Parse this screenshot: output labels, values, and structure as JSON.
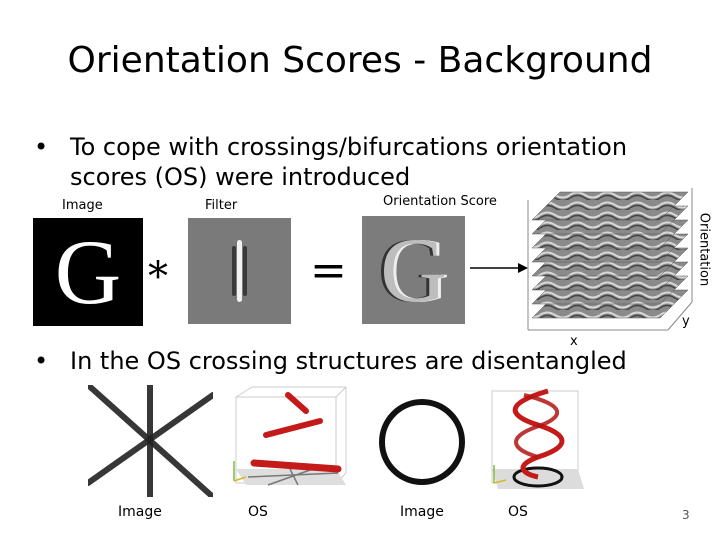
{
  "slide": {
    "title": "Orientation Scores - Background",
    "bullets": [
      "To cope with crossings/bifurcations orientation scores (OS) were introduced",
      "In the OS crossing structures are disentangled"
    ],
    "bullet_glyph": "•",
    "page_number": "3"
  },
  "figure_top": {
    "label_image": "Image",
    "label_filter": "Filter",
    "label_os": "Orientation Score",
    "glyph_G": "G",
    "op_convolve": "*",
    "op_equals": "=",
    "axis_orientation": "Orientation",
    "axis_x": "x",
    "axis_y": "y"
  },
  "figure_bottom": {
    "captions": [
      "Image",
      "OS",
      "Image",
      "OS"
    ]
  }
}
